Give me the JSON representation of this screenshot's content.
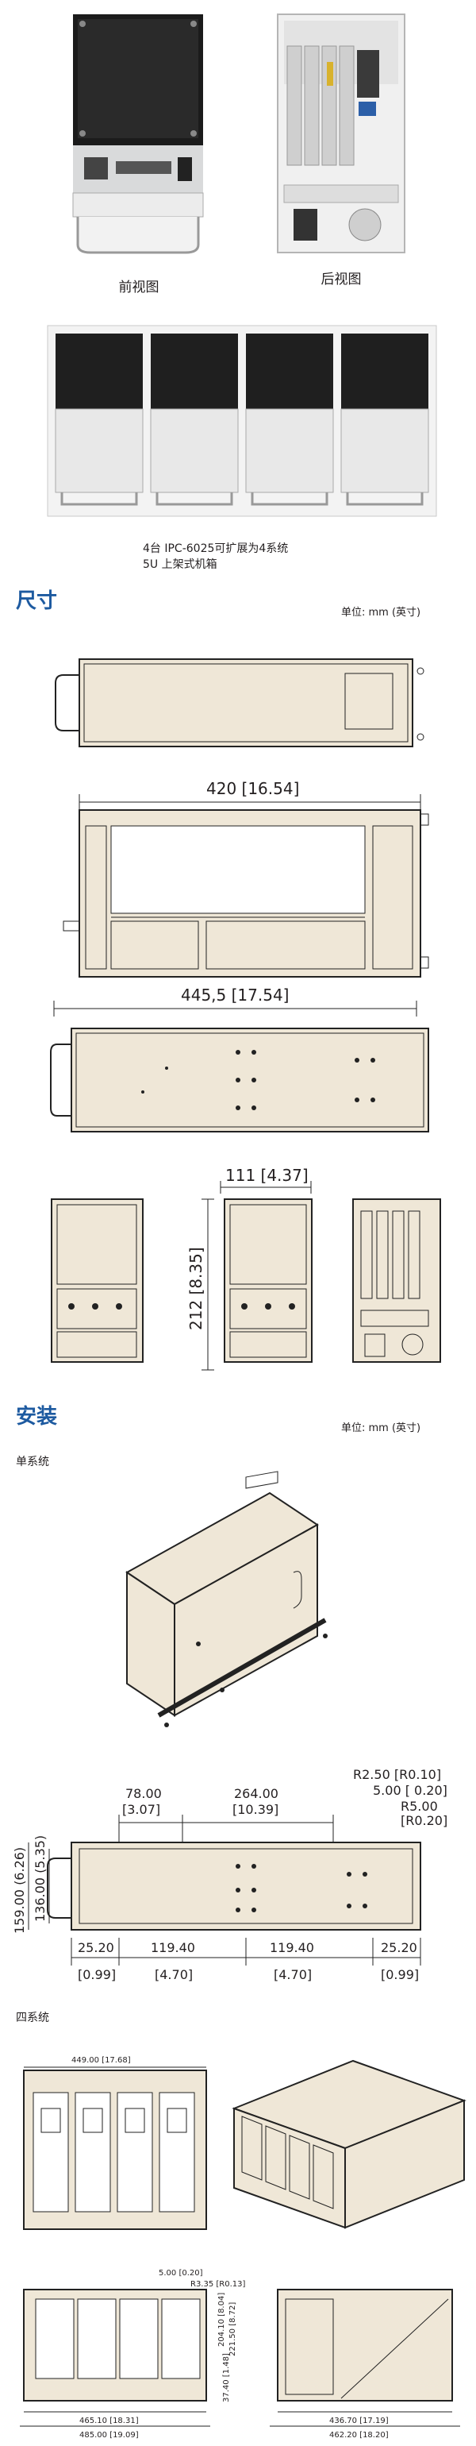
{
  "photos": {
    "front_caption": "前视图",
    "rear_caption": "后视图",
    "rack_caption_line1": "4台 IPC-6025可扩展为4系统",
    "rack_caption_line2": "5U 上架式机箱"
  },
  "dimensions": {
    "title": "尺寸",
    "unit": "单位: mm (英寸)",
    "width_label": "420 [16.54]",
    "depth_label": "445,5 [17.54]",
    "front_width_label": "111 [4.37]",
    "height_label": "212 [8.35]"
  },
  "installation": {
    "title": "安装",
    "unit": "单位: mm (英寸)",
    "single_label": "单系统",
    "quad_label": "四系统",
    "single_dims": {
      "d78": "78.00",
      "d78_in": "[3.07]",
      "d264": "264.00",
      "d264_in": "[10.39]",
      "r250": "R2.50 [R0.10]",
      "d500": "5.00 [ 0.20]",
      "r5": "R5.00",
      "r5_in": "[R0.20]",
      "h159": "159.00 (6.26)",
      "h136": "136.00 (5.35)",
      "b25": "25.20",
      "b25_in": "[0.99]",
      "b119a": "119.40",
      "b119a_in": "[4.70]",
      "b119b": "119.40",
      "b119b_in": "[4.70]",
      "b25b": "25.20",
      "b25b_in": "[0.99]"
    },
    "quad_dims": {
      "top_width": "449.00 [17.68]",
      "d5": "5.00 [0.20]",
      "r335": "R3.35 [R0.13]",
      "h20410": "204.10 [8.04]",
      "h22150": "221.50 [8.72]",
      "h3740": "37.40 [1.48]",
      "w46510": "465.10 [18.31]",
      "w48500": "485.00 [19.09]",
      "w43670": "436.70 [17.19]",
      "w46220": "462.20 [18.20]"
    }
  }
}
